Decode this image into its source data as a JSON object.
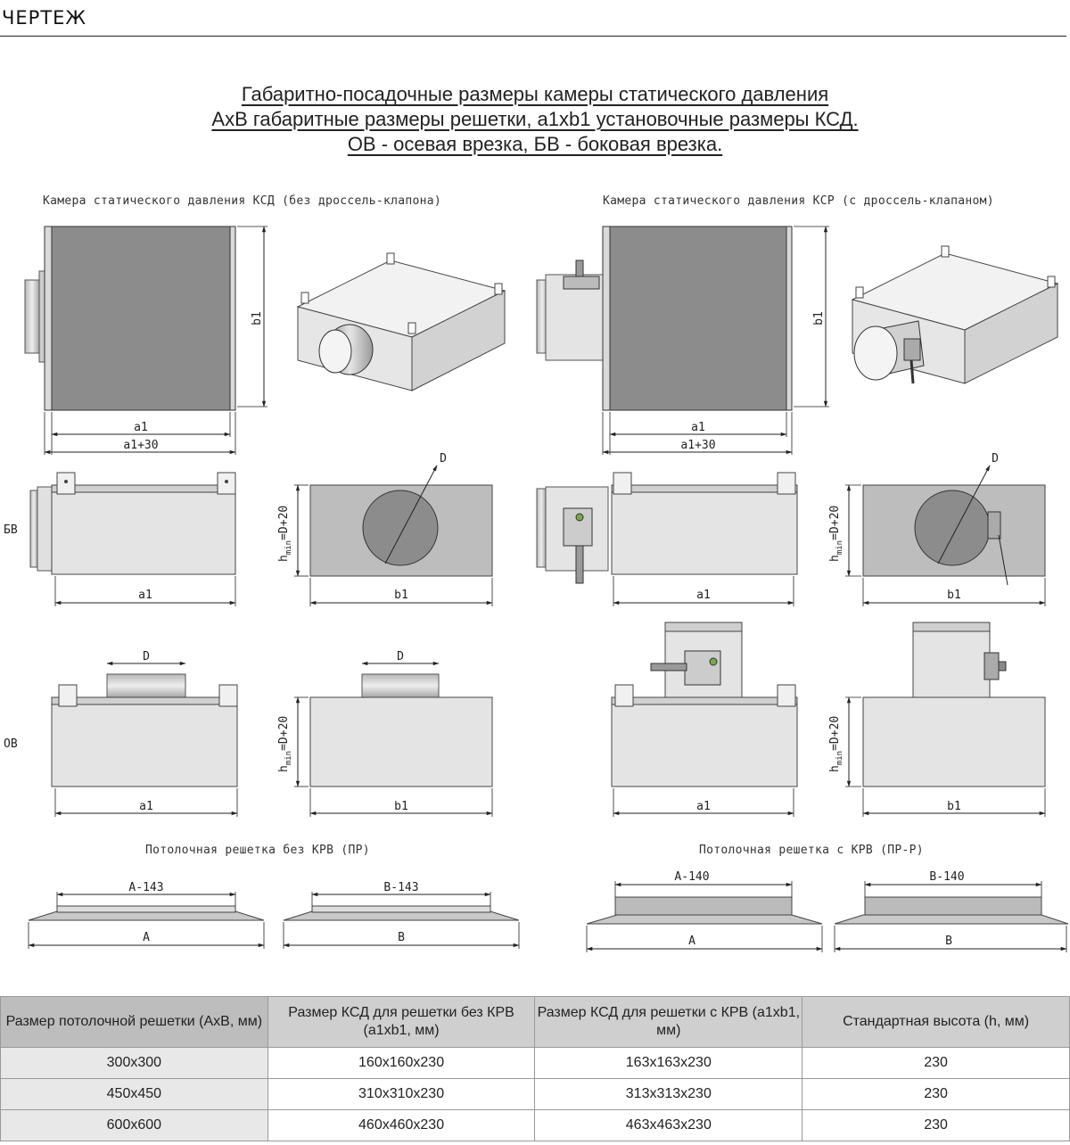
{
  "header": {
    "logo": "ЧЕРТЕЖ"
  },
  "title": {
    "line1": "Габаритно-посадочные размеры камеры статического давления",
    "line2": "AxB габаритные размеры решетки, a1xb1 установочные размеры КСД.",
    "line3": "ОВ - осевая врезка, БВ - боковая врезка."
  },
  "captions": {
    "ksd": "Камера статического давления КСД (без дроссель-клапона)",
    "ksr": "Камера статического давления КСР (с дроссель-клапаном)",
    "pr": "Потолочная решетка без КРВ (ПР)",
    "prr": "Потолочная решетка с КРВ (ПР-Р)"
  },
  "dims": {
    "a1": "a1",
    "a1_30": "a1+30",
    "b1": "b1",
    "D": "D",
    "hmin": "h",
    "hmin_sub": "min",
    "hmin_rest": "=D+20",
    "bv": "БВ",
    "ov": "ОВ",
    "a143": "A-143",
    "b143": "B-143",
    "a140": "A-140",
    "b140": "B-140",
    "A": "A",
    "B": "B"
  },
  "table": {
    "headers": [
      "Размер потолочной решетки (AxB, мм)",
      "Размер КСД для решетки без КРВ (a1xb1, мм)",
      "Размер КСД для решетки с КРВ (a1xb1, мм)",
      "Стандартная высота (h, мм)"
    ],
    "rows": [
      [
        "300x300",
        "160x160x230",
        "163x163x230",
        "230"
      ],
      [
        "450x450",
        "310x310x230",
        "313x313x230",
        "230"
      ],
      [
        "600x600",
        "460x460x230",
        "463x463x230",
        "230"
      ]
    ]
  }
}
